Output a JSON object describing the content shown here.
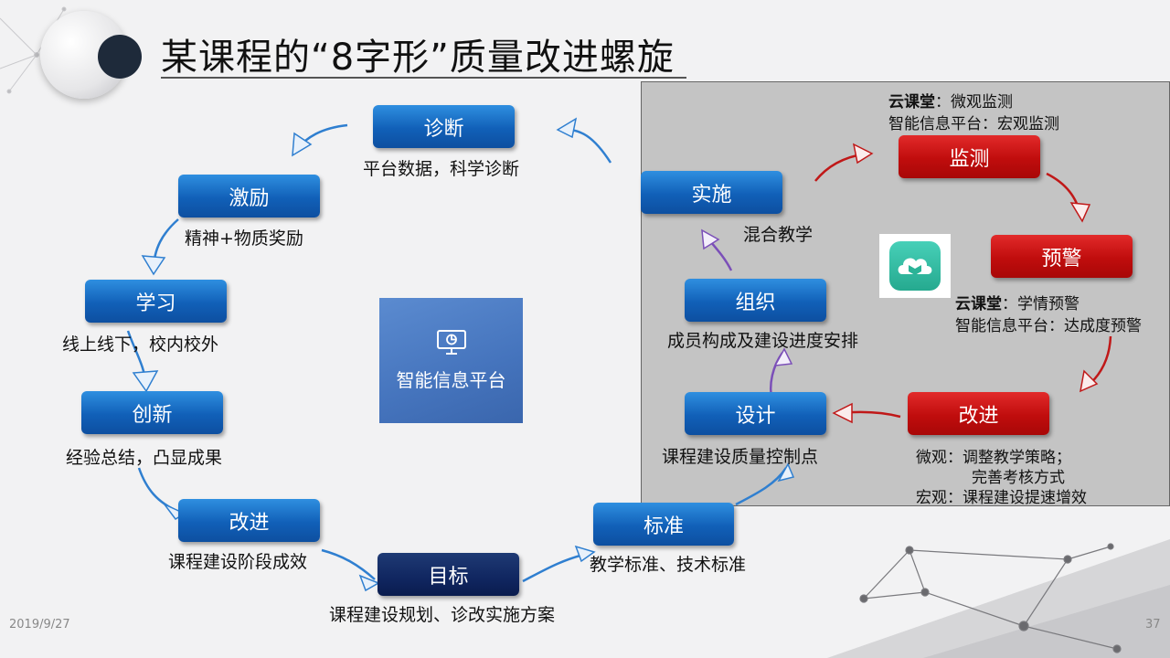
{
  "title": "某课程的“8字形”质量改进螺旋",
  "platform_label": "智能信息平台",
  "left_loop": {
    "diagnose": {
      "button": "诊断",
      "label": "平台数据，科学诊断"
    },
    "motivate": {
      "button": "激励",
      "label": "精神+物质奖励"
    },
    "learn": {
      "button": "学习",
      "label": "线上线下，校内校外"
    },
    "innovate": {
      "button": "创新",
      "label": "经验总结，凸显成果"
    },
    "improve": {
      "button": "改进",
      "label": "课程建设阶段成效"
    },
    "goal": {
      "button": "目标",
      "label": "课程建设规划、诊改实施方案"
    },
    "standard": {
      "button": "标准",
      "label": "教学标准、技术标准"
    }
  },
  "right_loop": {
    "implement": {
      "button": "实施",
      "label": "混合教学"
    },
    "organize": {
      "button": "组织",
      "label": "成员构成及建设进度安排"
    },
    "design": {
      "button": "设计",
      "label": "课程建设质量控制点"
    },
    "monitor": {
      "button": "监测",
      "line1_bold": "云课堂",
      "line1_rest": "：微观监测",
      "line2": "智能信息平台：宏观监测"
    },
    "warning": {
      "button": "预警",
      "line1_bold": "云课堂",
      "line1_rest": "：学情预警",
      "line2": "智能信息平台：达成度预警"
    },
    "improve": {
      "button": "改进",
      "line1": "微观：调整教学策略；",
      "line2": "完善考核方式",
      "line3": "宏观：课程建设提速增效"
    }
  },
  "footer": {
    "date": "2019/9/27",
    "page": "37"
  },
  "colors": {
    "blue_button": "#1160b8",
    "navy_button": "#102660",
    "red_button": "#c00d0d",
    "panel": "#c4c4c4"
  },
  "icons": [
    "monitor-icon",
    "cloud-book-icon"
  ]
}
